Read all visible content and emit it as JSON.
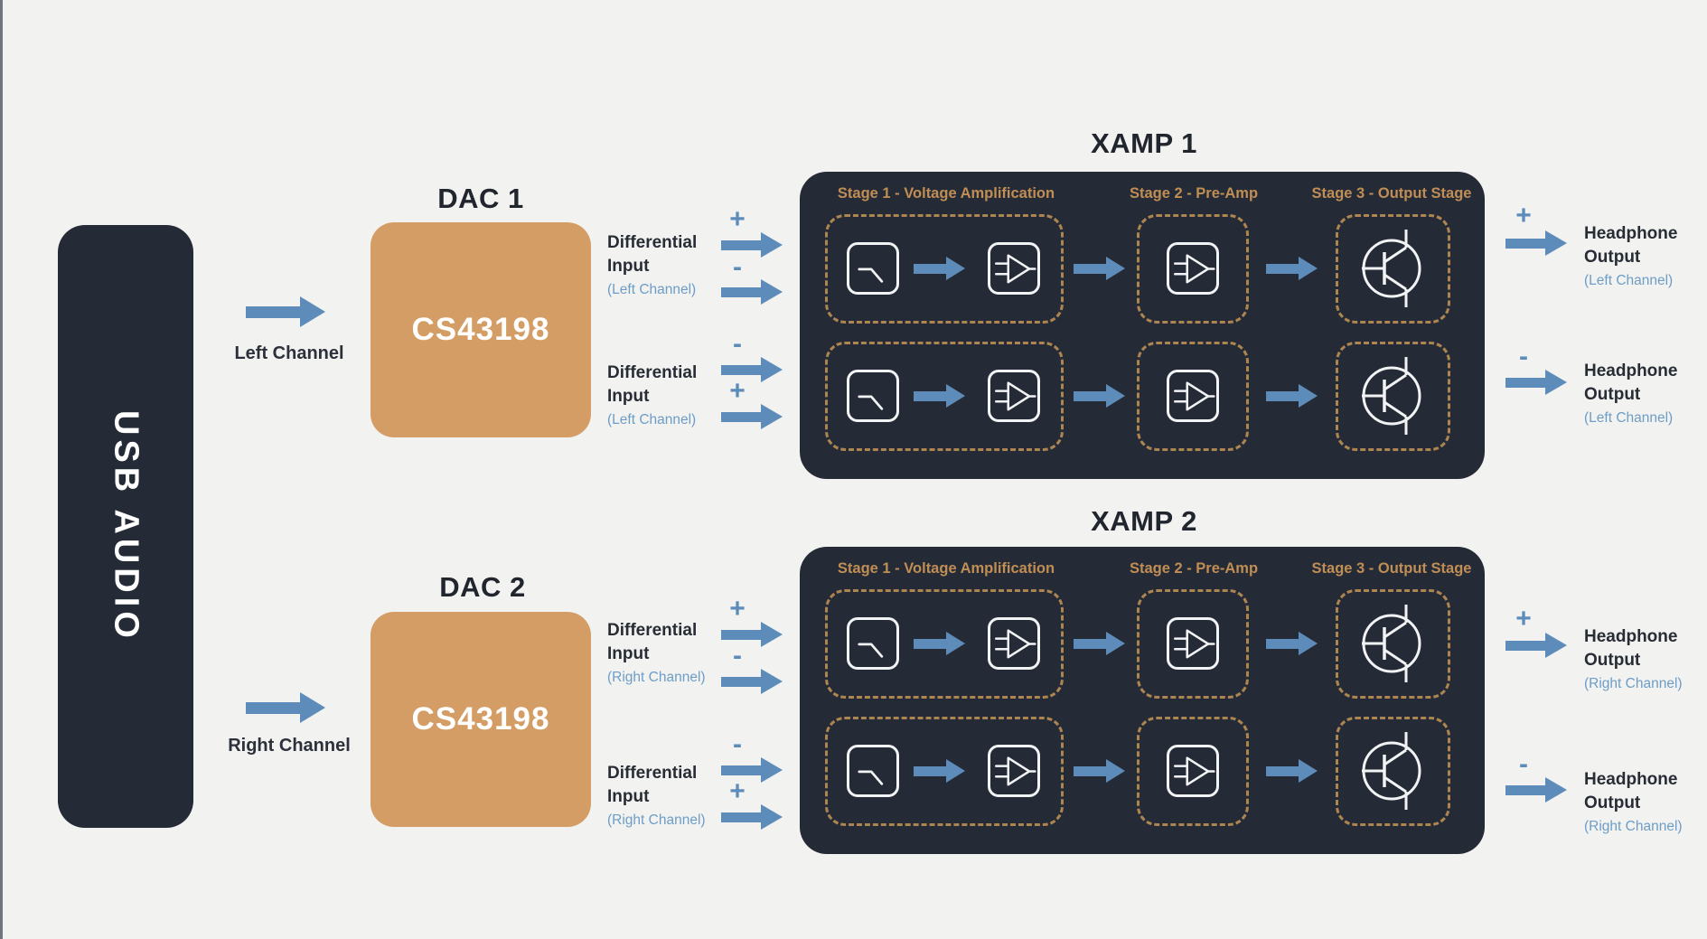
{
  "colors": {
    "page_bg": "#f2f2f0",
    "panel_dark": "#252b36",
    "block_tan": "#d49d65",
    "stage_label": "#c08e55",
    "dash": "#ad8551",
    "arrow_blue": "#5e8cba",
    "channel_blue": "#6d9dc6",
    "text_dark": "#272c35",
    "icon_stroke": "#f2f3f5"
  },
  "usb": {
    "label": "USB AUDIO"
  },
  "channel_arrows": [
    {
      "label": "Left Channel"
    },
    {
      "label": "Right Channel"
    }
  ],
  "dacs": [
    {
      "title": "DAC 1",
      "chip": "CS43198"
    },
    {
      "title": "DAC 2",
      "chip": "CS43198"
    }
  ],
  "diff_inputs": [
    {
      "line1": "Differential",
      "line2": "Input",
      "channel": "(Left Channel)",
      "sign_top": "+",
      "sign_bottom": "-"
    },
    {
      "line1": "Differential",
      "line2": "Input",
      "channel": "(Left Channel)",
      "sign_top": "-",
      "sign_bottom": "+"
    },
    {
      "line1": "Differential",
      "line2": "Input",
      "channel": "(Right Channel)",
      "sign_top": "+",
      "sign_bottom": "-"
    },
    {
      "line1": "Differential",
      "line2": "Input",
      "channel": "(Right Channel)",
      "sign_top": "-",
      "sign_bottom": "+"
    }
  ],
  "xamps": [
    {
      "title": "XAMP 1",
      "stage1": "Stage 1 - Voltage Amplification",
      "stage2": "Stage 2 - Pre-Amp",
      "stage3": "Stage 3 - Output Stage"
    },
    {
      "title": "XAMP 2",
      "stage1": "Stage 1 - Voltage Amplification",
      "stage2": "Stage 2 - Pre-Amp",
      "stage3": "Stage 3 - Output Stage"
    }
  ],
  "outputs": [
    {
      "sign": "+",
      "line1": "Headphone",
      "line2": "Output",
      "channel": "(Left Channel)"
    },
    {
      "sign": "-",
      "line1": "Headphone",
      "line2": "Output",
      "channel": "(Left Channel)"
    },
    {
      "sign": "+",
      "line1": "Headphone",
      "line2": "Output",
      "channel": "(Right Channel)"
    },
    {
      "sign": "-",
      "line1": "Headphone",
      "line2": "Output",
      "channel": "(Right Channel)"
    }
  ],
  "icons": {
    "filter_icon": "low-pass-filter",
    "amp_icon": "op-amp",
    "output_icon": "transistor",
    "arrow_icon": "right-arrow"
  }
}
